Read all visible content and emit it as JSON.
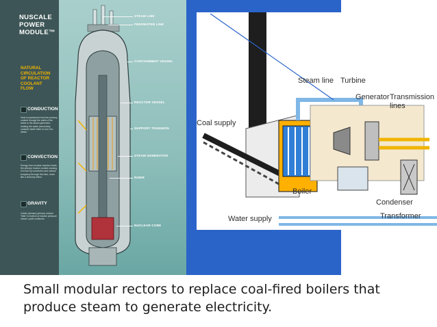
{
  "reactor_panel": {
    "title_lines": [
      "NUSCALE",
      "POWER",
      "MODULE™"
    ],
    "subtitle_lines": [
      "NATURAL",
      "CIRCULATION",
      "OF REACTOR",
      "COOLANT",
      "FLOW"
    ],
    "sections": [
      {
        "heading": "CONDUCTION",
        "body": "Heat is transferred from the primary coolant through the walls of the tubes in the steam generator, heating the water (secondary coolant) inside them to turn it to steam."
      },
      {
        "heading": "CONVECTION",
        "body": "Energy from nuclear reaction heats the primary reactor coolant causing it to rise by convection and natural buoyancy through the riser, much like a chimney effect."
      },
      {
        "heading": "GRAVITY",
        "body": "Colder (denser) primary coolant \"falls\" to bottom of reactor pressure vessel, cycle continues."
      }
    ],
    "labels": [
      "STEAM LINE",
      "FEEDWATER LINE",
      "CONTAINMENT VESSEL",
      "REACTOR VESSEL",
      "SUPPORT TRUNNION",
      "STEAM GENERATOR",
      "RISER",
      "NUCLEAR CORE"
    ]
  },
  "power_plant_diagram": {
    "labels": {
      "steam_line": "Steam line",
      "turbine": "Turbine",
      "generator": "Generator",
      "transmission": "Transmission lines",
      "coal_supply": "Coal supply",
      "boiler": "Boiler",
      "condenser": "Condenser",
      "water_supply": "Water supply",
      "transformer": "Transformer"
    }
  },
  "caption": {
    "line1": "Small modular rectors to replace coal-fired boilers that",
    "line2": "produce steam to generate electricity."
  },
  "colors": {
    "blue_panel": "#2a64c9",
    "teal_background": "#9cc5c2",
    "sidebar": "#3d5556",
    "accent_yellow": "#f0b400",
    "core_red": "#b0323a"
  }
}
